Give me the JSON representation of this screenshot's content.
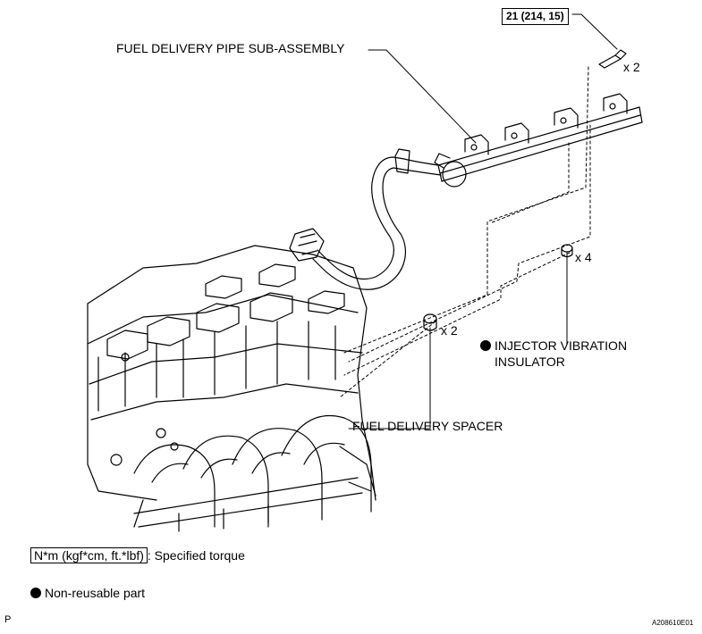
{
  "torque_spec": "21 (214, 15)",
  "bolt_qty": "x 2",
  "pipe_label": "FUEL DELIVERY PIPE SUB-ASSEMBLY",
  "insulator_qty": "x 4",
  "insulator_label_line1": "INJECTOR VIBRATION",
  "insulator_label_line2": "INSULATOR",
  "spacer_qty": "x 2",
  "spacer_label": "FUEL DELIVERY SPACER",
  "legend": {
    "torque_unit": "N*m (kgf*cm, ft.*lbf)",
    "torque_text": ": Specified torque",
    "nonreusable_text": "Non-reusable part"
  },
  "corner_letter": "P",
  "figure_id": "A208610E01"
}
